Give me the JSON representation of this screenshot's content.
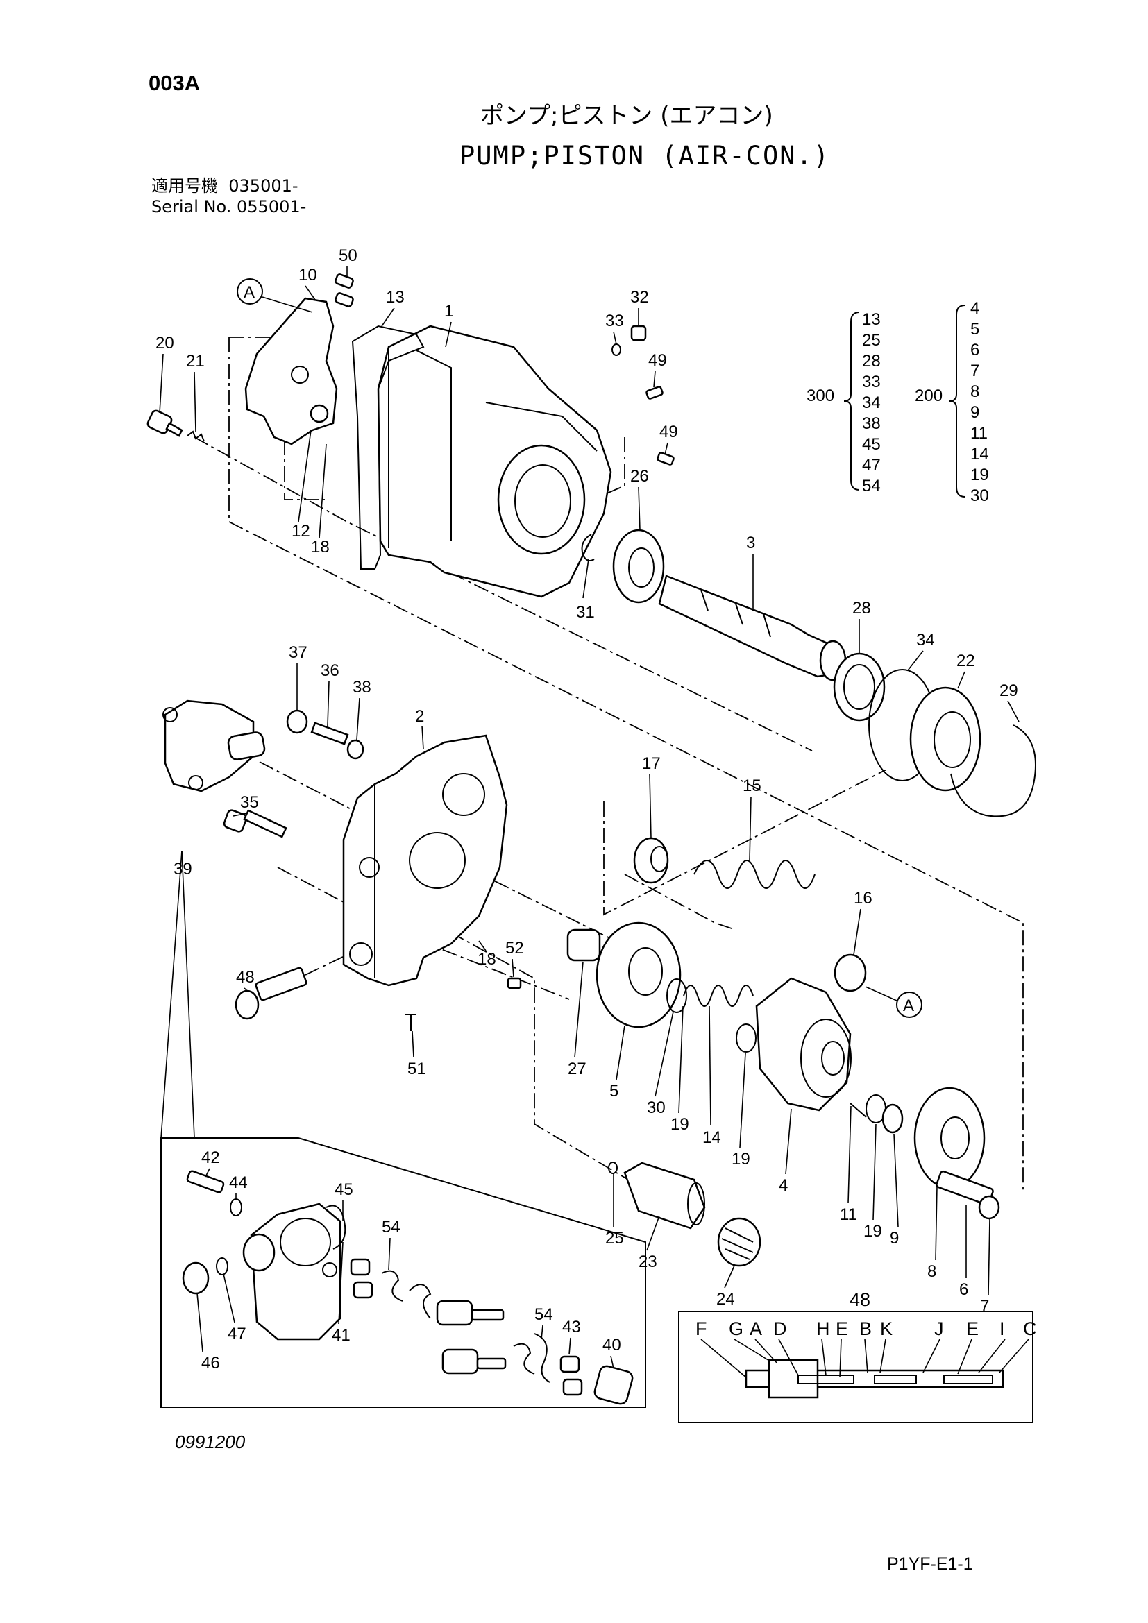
{
  "page_code": "003A",
  "title_jp": "ポンプ;ピストン (エアコン)",
  "title_en": "PUMP;PISTON (AIR-CON.)",
  "serial_lines": [
    "適用号機  035001-",
    "Serial No. 055001-"
  ],
  "drawing_no": "0991200",
  "sheet_code": "P1YF-E1-1",
  "kits": [
    {
      "number": "300",
      "parts": [
        "13",
        "25",
        "28",
        "33",
        "34",
        "38",
        "45",
        "47",
        "54"
      ]
    },
    {
      "number": "200",
      "parts": [
        "4",
        "5",
        "6",
        "7",
        "8",
        "9",
        "11",
        "14",
        "19",
        "30"
      ]
    }
  ],
  "ref_marker": "A",
  "callouts": [
    "50",
    "10",
    "13",
    "1",
    "32",
    "33",
    "49",
    "20",
    "21",
    "49",
    "26",
    "12",
    "18",
    "3",
    "31",
    "28",
    "34",
    "22",
    "29",
    "37",
    "36",
    "38",
    "2",
    "35",
    "39",
    "17",
    "15",
    "16",
    "18",
    "52",
    "48",
    "51",
    "27",
    "5",
    "30",
    "19",
    "14",
    "19",
    "4",
    "11",
    "19",
    "9",
    "8",
    "6",
    "7",
    "25",
    "23",
    "24",
    "42",
    "44",
    "45",
    "54",
    "41",
    "47",
    "46",
    "54",
    "43",
    "40"
  ],
  "detail_48": {
    "number": "48",
    "letters": [
      "F",
      "G",
      "A",
      "D",
      "H",
      "E",
      "B",
      "K",
      "J",
      "E",
      "I",
      "C"
    ]
  }
}
